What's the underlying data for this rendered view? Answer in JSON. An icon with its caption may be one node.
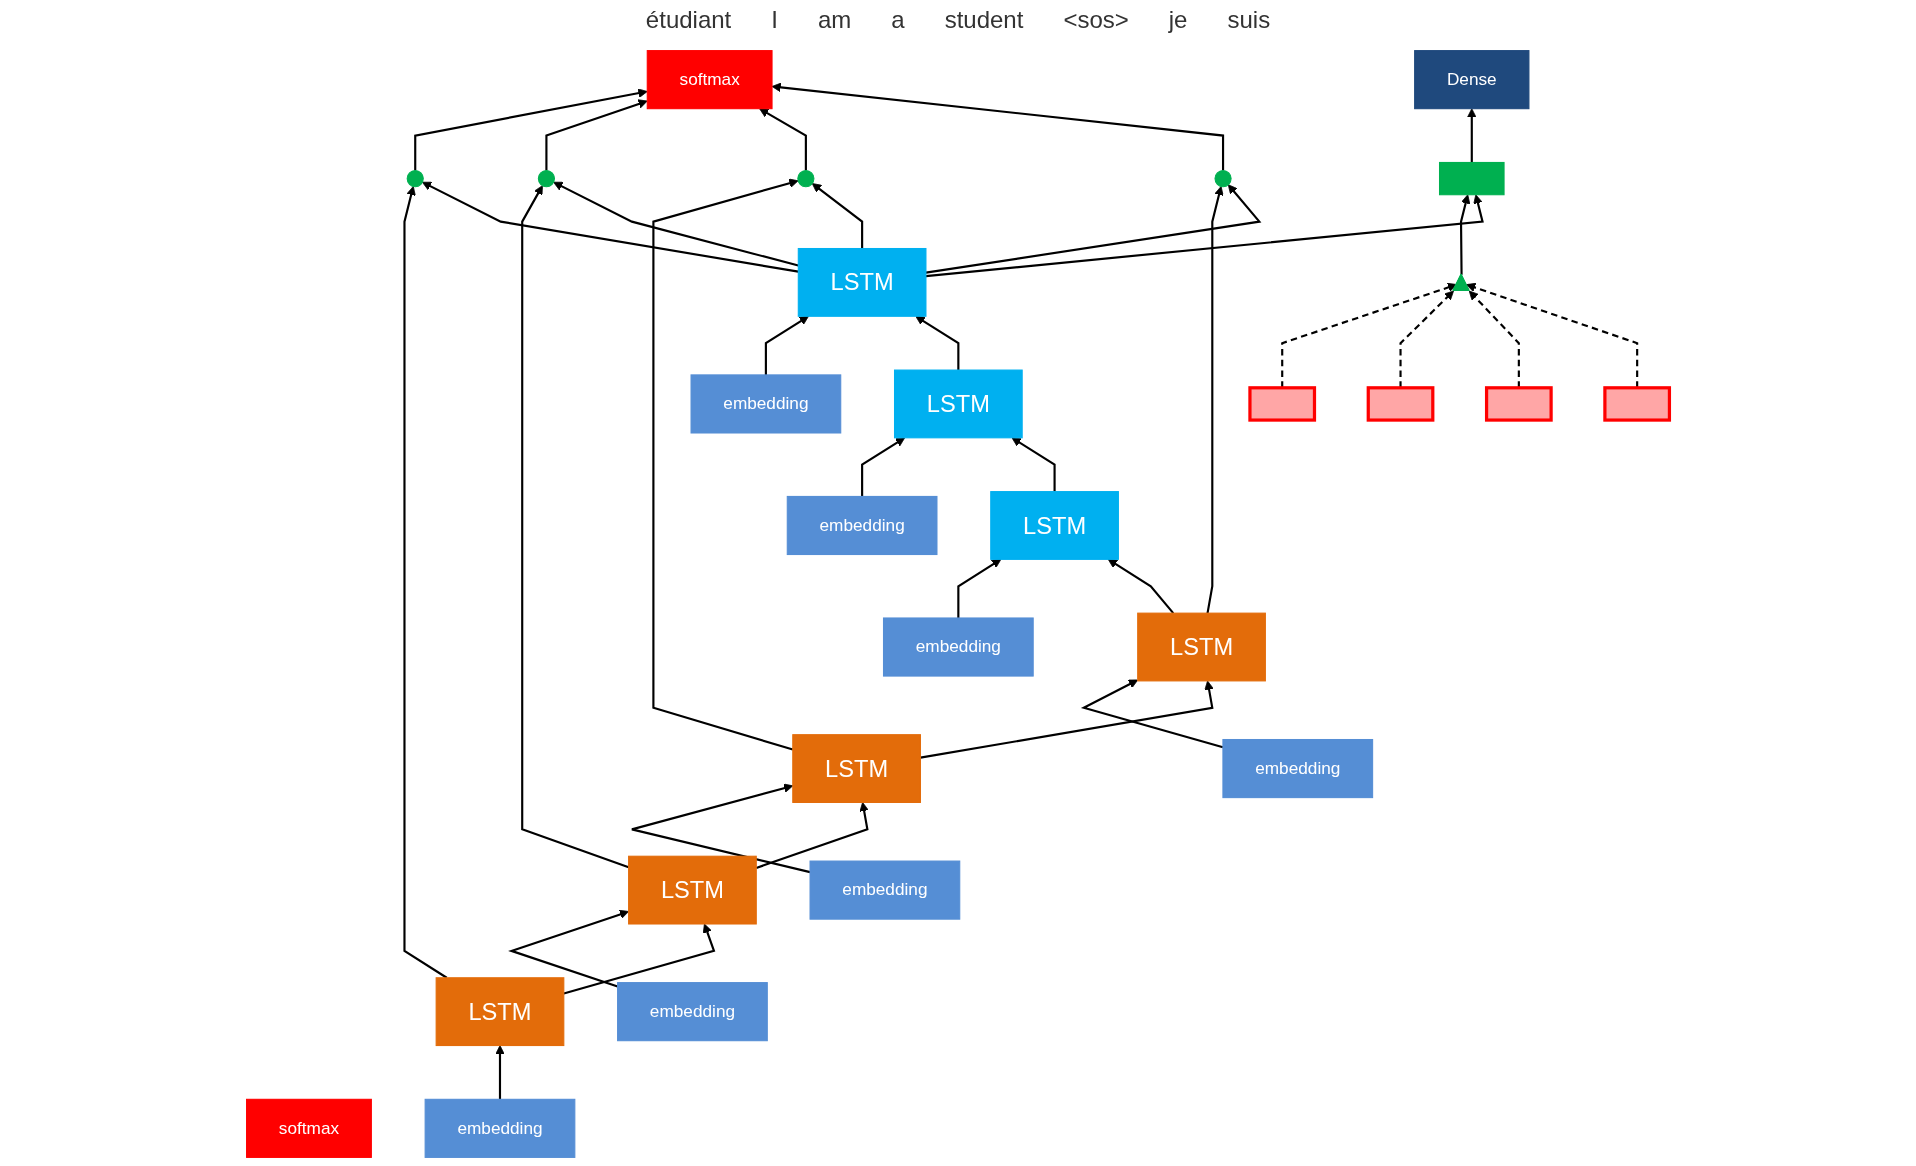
{
  "diagram": {
    "nodes": [
      {
        "text": [],
        "shape": "triangle"
      },
      {
        "text": [
          "softmax"
        ]
      },
      {
        "text": [
          "Dense"
        ]
      },
      {
        "text": [],
        "shape": "bar"
      },
      {
        "text": [],
        "shape": "bar"
      },
      {
        "text": [],
        "shape": "bar"
      },
      {
        "text": [],
        "shape": "bar"
      },
      {
        "text": [],
        "shape": "box"
      },
      {
        "text": [
          "softmax"
        ]
      },
      {
        "text": [],
        "shape": "circle"
      },
      {
        "text": [],
        "shape": "circle"
      },
      {
        "text": [],
        "shape": "circle"
      },
      {
        "text": [],
        "shape": "circle"
      },
      {
        "text": [
          "LSTM"
        ]
      },
      {
        "text": [
          "LSTM"
        ]
      },
      {
        "text": [
          "LSTM"
        ]
      },
      {
        "text": [
          "LSTM"
        ]
      },
      {
        "text": [
          "LSTM"
        ]
      },
      {
        "text": [
          "LSTM"
        ]
      },
      {
        "text": [
          "LSTM"
        ]
      },
      {
        "text": [
          "embedding"
        ]
      },
      {
        "text": [
          "embedding"
        ]
      },
      {
        "text": [
          "embedding"
        ]
      },
      {
        "text": [
          "embedding"
        ]
      },
      {
        "text": [
          "embedding"
        ]
      },
      {
        "text": [
          "embedding"
        ]
      },
      {
        "text": [
          "embedding"
        ]
      }
    ],
    "edges": [
      {
        "from": 20,
        "to": 13,
        "arrow": "to"
      },
      {
        "from": 21,
        "to": 14,
        "arrow": "to"
      },
      {
        "from": 22,
        "to": 15,
        "arrow": "to"
      },
      {
        "from": 23,
        "to": 16,
        "arrow": "to"
      },
      {
        "from": 24,
        "to": 17,
        "arrow": "to"
      },
      {
        "from": 25,
        "to": 18,
        "arrow": "to"
      },
      {
        "from": 26,
        "to": 19,
        "arrow": "to"
      },
      {
        "from": 13,
        "to": 14,
        "arrow": "to"
      },
      {
        "from": 14,
        "to": 15,
        "arrow": "to"
      },
      {
        "from": 15,
        "to": 16,
        "arrow": "to"
      },
      {
        "from": 16,
        "to": 17,
        "arrow": "to"
      },
      {
        "from": 17,
        "to": 18,
        "arrow": "to"
      },
      {
        "from": 18,
        "to": 19,
        "arrow": "to"
      },
      {
        "from": 13,
        "to": 9,
        "arrow": "to"
      },
      {
        "from": 14,
        "to": 10,
        "arrow": "to"
      },
      {
        "from": 15,
        "to": 11,
        "arrow": "to"
      },
      {
        "from": 16,
        "to": 12,
        "arrow": "to"
      },
      {
        "from": 9,
        "to": 8,
        "arrow": "to"
      },
      {
        "from": 10,
        "to": 8,
        "arrow": "to"
      },
      {
        "from": 11,
        "to": 8,
        "arrow": "to"
      },
      {
        "from": 12,
        "to": 8,
        "arrow": "to"
      },
      {
        "from": 19,
        "to": 9,
        "arrow": "to"
      },
      {
        "from": 19,
        "to": 10,
        "arrow": "to"
      },
      {
        "from": 19,
        "to": 11,
        "arrow": "to"
      },
      {
        "from": 19,
        "to": 12,
        "arrow": "to"
      },
      {
        "from": 3,
        "to": 0,
        "arrow": "to",
        "style": "dashed"
      },
      {
        "from": 4,
        "to": 0,
        "arrow": "to",
        "style": "dashed"
      },
      {
        "from": 5,
        "to": 0,
        "arrow": "to",
        "style": "dashed"
      },
      {
        "from": 6,
        "to": 0,
        "arrow": "to",
        "style": "dashed"
      },
      {
        "from": 0,
        "to": 7,
        "arrow": "to"
      },
      {
        "from": 19,
        "to": 7,
        "arrow": "to"
      },
      {
        "from": 7,
        "to": 2,
        "arrow": "to"
      }
    ],
    "labels": [
      "étudiant",
      "I",
      "am",
      "a",
      "student",
      "<sos>",
      "je",
      "suis"
    ]
  }
}
